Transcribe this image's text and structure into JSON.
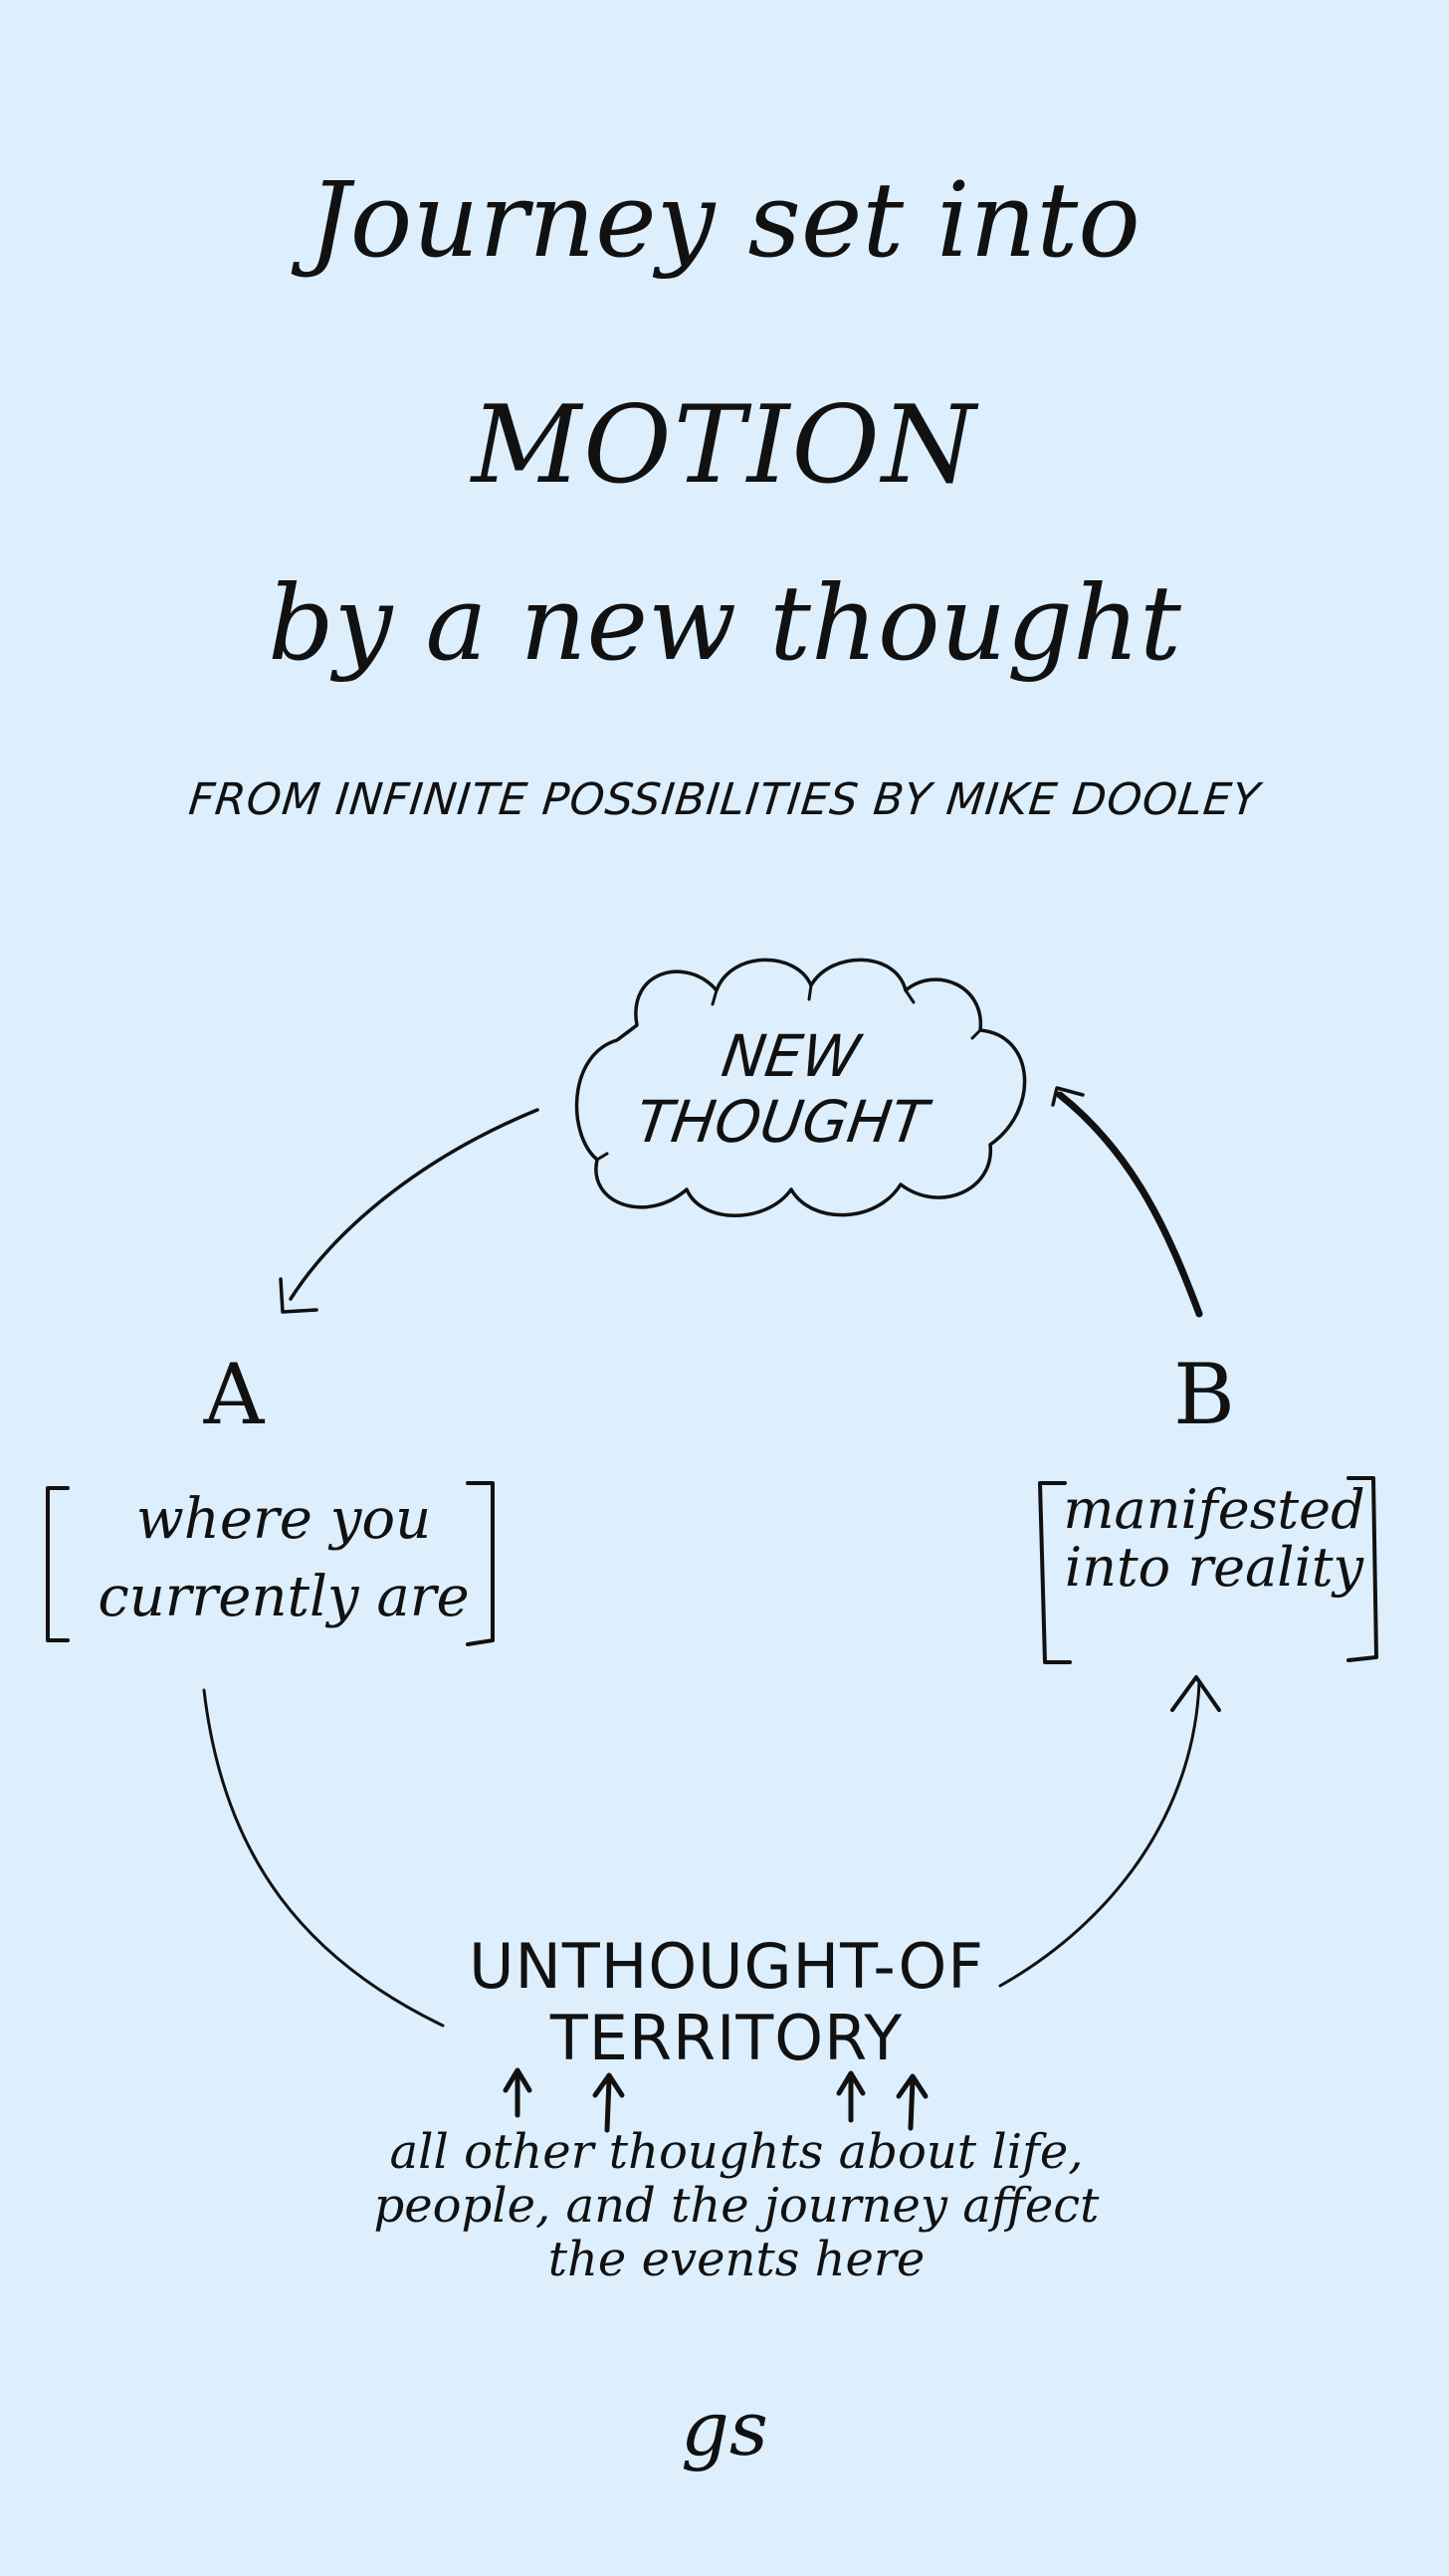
{
  "title": {
    "line1": "Journey set into",
    "line2": "MOTION",
    "line3": "by a new thought"
  },
  "subtitle": "FROM INFINITE POSSIBILITIES BY MIKE DOOLEY",
  "diagram": {
    "cloud_label": "NEW THOUGHT",
    "point_a": {
      "letter": "A",
      "text": "where you currently are"
    },
    "point_b": {
      "letter": "B",
      "text": "manifested into reality"
    },
    "territory": "UNTHOUGHT-OF TERRITORY",
    "note": "all other thoughts about life, people, and the journey affect the events here"
  },
  "signature": "gs",
  "colors": {
    "background": "#ddeefc",
    "ink": "#111111"
  }
}
